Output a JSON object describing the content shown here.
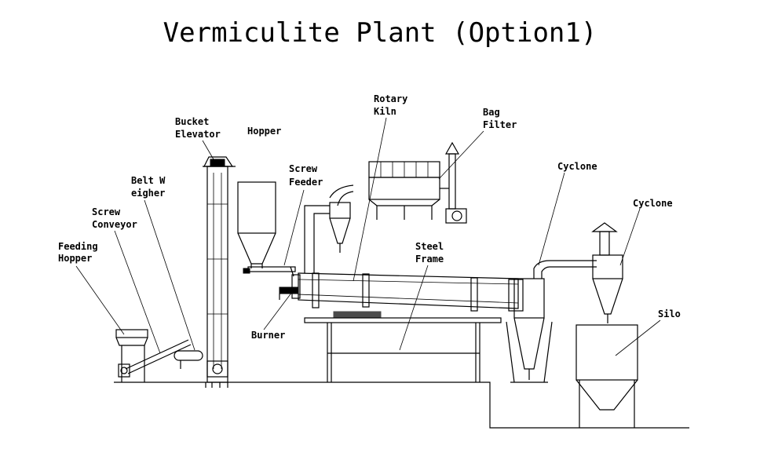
{
  "title": "Vermiculite Plant (Option1)",
  "labels": {
    "feeding_hopper": [
      "Feeding",
      "Hopper"
    ],
    "screw_conveyor": [
      "Screw",
      "Conveyor"
    ],
    "belt_weigher": [
      "Belt W",
      "eigher"
    ],
    "bucket_elevator": [
      "Bucket",
      "Elevator"
    ],
    "hopper": [
      "Hopper"
    ],
    "screw_feeder": [
      "Screw",
      "Feeder"
    ],
    "burner": [
      "Burner"
    ],
    "rotary_kiln": [
      "Rotary",
      "Kiln"
    ],
    "bag_filter": [
      "Bag",
      "Filter"
    ],
    "steel_frame": [
      "Steel",
      "Frame"
    ],
    "cyclone_1": [
      "Cyclone"
    ],
    "cyclone_2": [
      "Cyclone"
    ],
    "silo": [
      "Silo"
    ]
  }
}
